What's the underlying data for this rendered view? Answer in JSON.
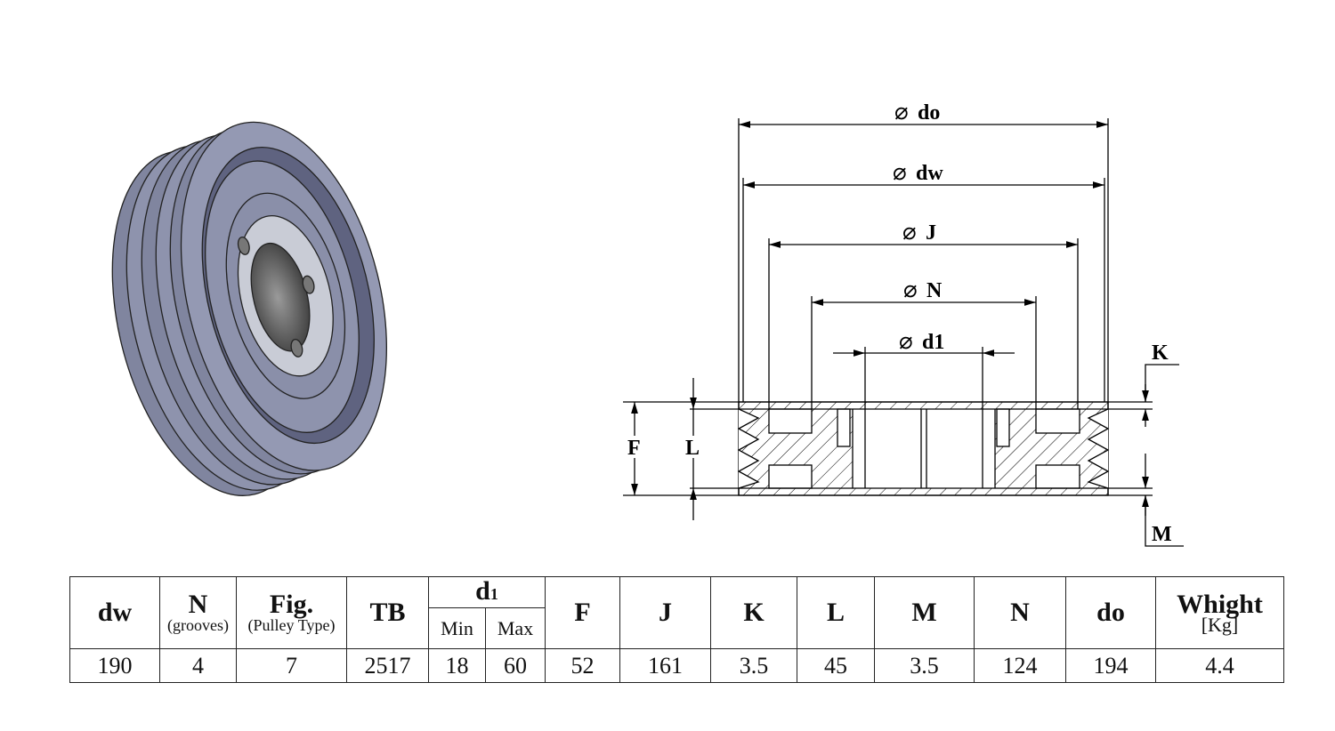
{
  "drawing": {
    "dimensions": {
      "do": "do",
      "dw": "dw",
      "J": "J",
      "N": "N",
      "d1": "d1",
      "F": "F",
      "L": "L",
      "K": "K",
      "M": "M"
    },
    "diameter_symbol": "⌀"
  },
  "table": {
    "headers": {
      "dw": "dw",
      "N": "N",
      "N_sub": "(grooves)",
      "Fig": "Fig.",
      "Fig_sub": "(Pulley Type)",
      "TB": "TB",
      "d1": "d",
      "d1_sub": "1",
      "d1_min": "Min",
      "d1_max": "Max",
      "F": "F",
      "J": "J",
      "K": "K",
      "L": "L",
      "M": "M",
      "Nd": "N",
      "do": "do",
      "Whight": "Whight",
      "Whight_sub": "[Kg]"
    },
    "row": {
      "dw": "190",
      "N": "4",
      "Fig": "7",
      "TB": "2517",
      "d1_min": "18",
      "d1_max": "60",
      "F": "52",
      "J": "161",
      "K": "3.5",
      "L": "45",
      "M": "3.5",
      "Nd": "124",
      "do": "194",
      "Whight": "4.4"
    }
  },
  "colors": {
    "pulley": "#8e93ad",
    "pulley_dark": "#5f6380",
    "bushing": "#c9ccd6"
  }
}
